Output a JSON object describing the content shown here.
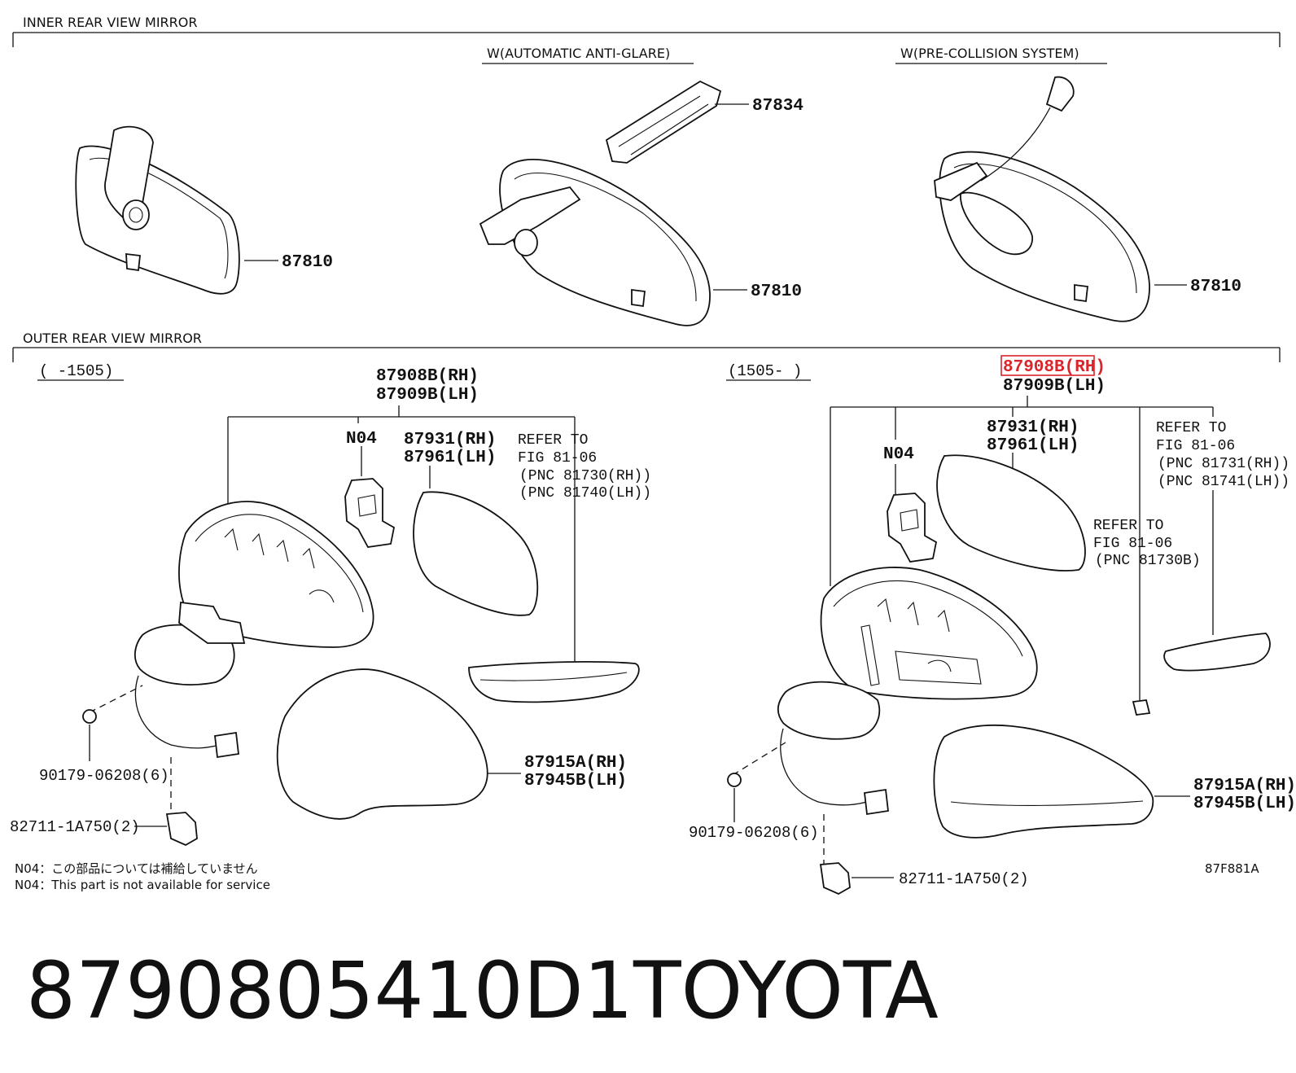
{
  "sections": {
    "inner": "INNER REAR VIEW MIRROR",
    "outer": "OUTER REAR VIEW MIRROR"
  },
  "variants": {
    "anti_glare": "W(AUTOMATIC ANTI-GLARE)",
    "pre_collision": "W(PRE-COLLISION SYSTEM)"
  },
  "date_ranges": {
    "left": "(      -1505)",
    "right": "(1505-      )"
  },
  "inner_parts": {
    "p87834": "87834",
    "p87810_a": "87810",
    "p87810_b": "87810",
    "p87810_c": "87810"
  },
  "outer_left": {
    "assy_rh": "87908B(RH)",
    "assy_lh": "87909B(LH)",
    "n04": "N04",
    "mirror_rh": "87931(RH)",
    "mirror_lh": "87961(LH)",
    "refer_1": "REFER TO",
    "refer_2": "FIG 81-06",
    "refer_3": "(PNC 81730(RH))",
    "refer_4": "(PNC 81740(LH))",
    "cover_rh": "87915A(RH)",
    "cover_lh": "87945B(LH)",
    "clip": "90179-06208(6)",
    "connector": "82711-1A750(2)"
  },
  "outer_right": {
    "assy_rh": "87908B(RH)",
    "assy_lh": "87909B(LH)",
    "n04": "N04",
    "mirror_rh": "87931(RH)",
    "mirror_lh": "87961(LH)",
    "refer_a1": "REFER TO",
    "refer_a2": "FIG 81-06",
    "refer_a3": "(PNC 81731(RH))",
    "refer_a4": "(PNC 81741(LH))",
    "refer_b1": "REFER TO",
    "refer_b2": "FIG 81-06",
    "refer_b3": "(PNC 81730B)",
    "cover_rh": "87915A(RH)",
    "cover_lh": "87945B(LH)",
    "clip": "90179-06208(6)",
    "connector": "82711-1A750(2)"
  },
  "notes": {
    "jp": "N04：この部品については補給していません",
    "en": "N04：This part is not available for service"
  },
  "figure_code": "87F881A",
  "caption": {
    "part_number": "8790805410D1",
    "brand": "TOYOTA"
  },
  "colors": {
    "highlight": "#d9252b",
    "line": "#111111"
  }
}
